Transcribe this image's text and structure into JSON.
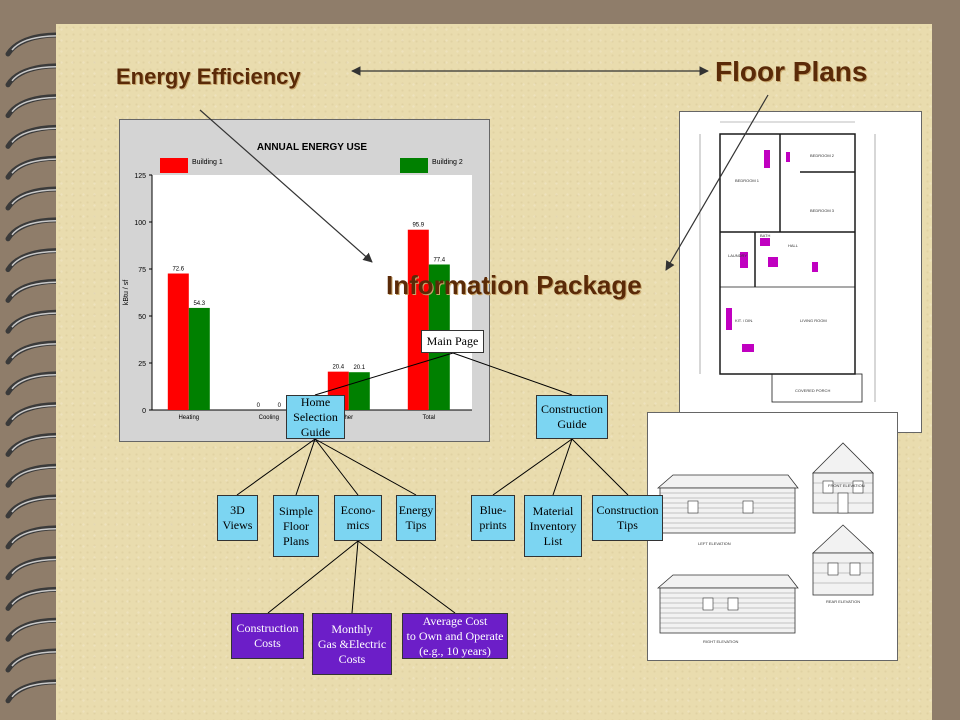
{
  "titles": {
    "energy": "Energy Efficiency",
    "floor": "Floor Plans",
    "info": "Information Package"
  },
  "colors": {
    "title": "#5a2a08",
    "building1": "#ff0000",
    "building2": "#008000",
    "cyan_box": "#7cd5f2",
    "purple_box": "#6c1ec8",
    "page": "#e9dcae"
  },
  "chart_data": {
    "type": "bar",
    "title": "ANNUAL ENERGY USE",
    "ylabel": "kBtu / sf",
    "ylim": [
      0,
      125
    ],
    "yticks": [
      0,
      25,
      50,
      75,
      100,
      125
    ],
    "categories": [
      "Heating",
      "Cooling",
      "Other",
      "Total"
    ],
    "category_labels_shown": [
      "Heating",
      "Cooling",
      "her",
      "Total"
    ],
    "series": [
      {
        "name": "Building 1",
        "values": [
          72.6,
          0,
          20.4,
          95.9
        ],
        "labels": [
          "72.6",
          "0",
          "20.4",
          "95.9"
        ]
      },
      {
        "name": "Building 2",
        "values": [
          54.3,
          0,
          20.1,
          77.4
        ],
        "labels": [
          "54.3",
          "0",
          "20.1",
          "77.4"
        ]
      }
    ],
    "grid": false,
    "legend": "top"
  },
  "diagram": {
    "main": "Main Page",
    "level1": [
      "Home Selection\nGuide",
      "Construction\nGuide"
    ],
    "home_children": [
      "3D\nViews",
      "Simple\nFloor\nPlans",
      "Econo-\nmics",
      "Energy\nTips"
    ],
    "construction_children": [
      "Blue-\nprints",
      "Material\nInventory\nList",
      "Construction\nTips"
    ],
    "economics_children": [
      "Construction\nCosts",
      "Monthly\nGas &Electric\nCosts",
      "Average Cost\nto Own and Operate\n(e.g., 10 years)"
    ]
  },
  "drawings": {
    "floorplan_rooms": [
      "BEDROOM 1",
      "BEDROOM 2",
      "BEDROOM 3",
      "BATH",
      "HALL",
      "LAUNDRY",
      "KIT. / DIN.",
      "LIVING ROOM",
      "COVERED PORCH"
    ],
    "elevations": [
      "FRONT ELEVATION",
      "LEFT ELEVATION",
      "REAR ELEVATION",
      "RIGHT ELEVATION"
    ]
  }
}
